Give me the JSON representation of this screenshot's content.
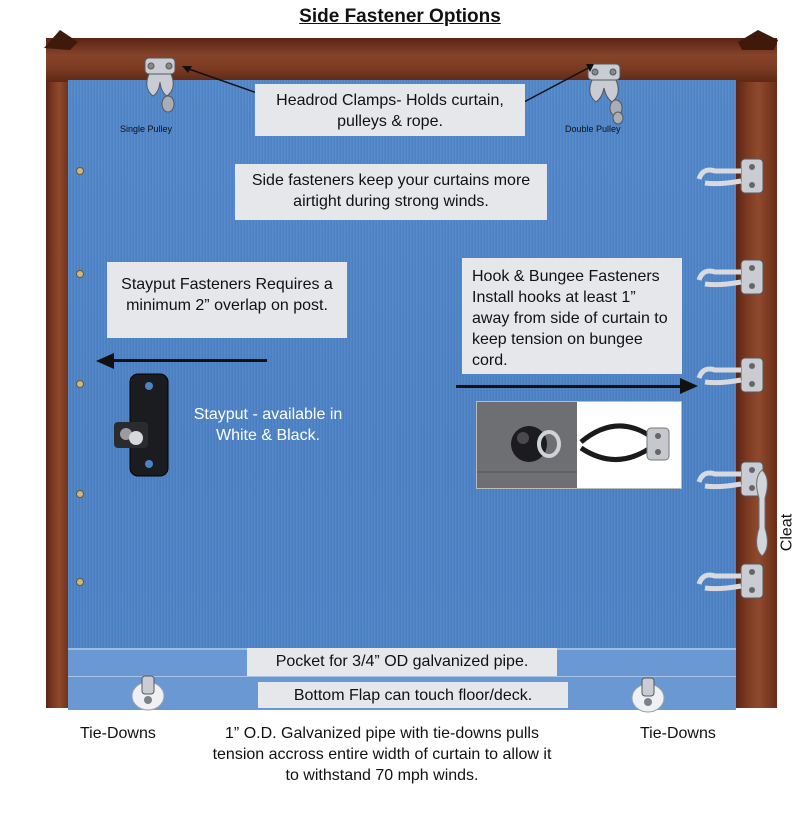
{
  "title": "Side Fastener Options",
  "labels": {
    "headrod": "Headrod Clamps- Holds curtain, pulleys & rope.",
    "single_pulley": "Single Pulley",
    "double_pulley": "Double Pulley",
    "side_fasteners": "Side fasteners keep your curtains more airtight during strong winds.",
    "stayput_req": "Stayput Fasteners Requires a minimum 2” overlap on post.",
    "stayput_avail": "Stayput - available in White & Black.",
    "hook_bungee": "Hook & Bungee Fasteners Install hooks at least 1” away from side of curtain to keep tension on bungee cord.",
    "cleat": "Cleat",
    "pocket": "Pocket for 3/4” OD galvanized pipe.",
    "bottom_flap": "Bottom Flap can touch floor/deck.",
    "tie_downs_left": "Tie-Downs",
    "tie_downs_right": "Tie-Downs",
    "galvanized": "1” O.D. Galvanized pipe with tie-downs pulls tension accross entire width of curtain to allow it to withstand 70 mph winds."
  },
  "colors": {
    "curtain": "#4b83c7",
    "wood": "#7d3a22",
    "label_box": "#e6e7ea"
  }
}
